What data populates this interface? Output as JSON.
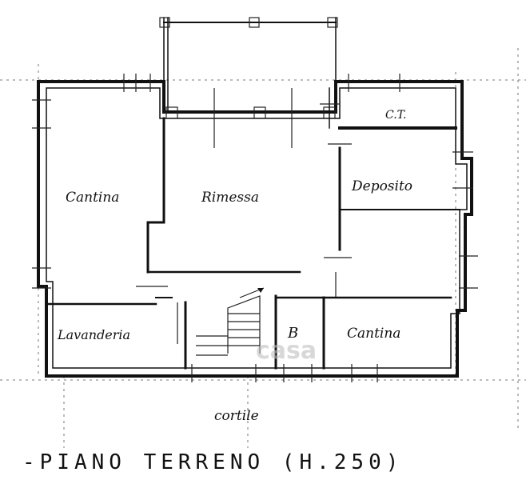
{
  "rooms": {
    "cantina_left": "Cantina",
    "rimessa": "Rimessa",
    "deposito": "Deposito",
    "ct": "C.T.",
    "lavanderia": "Lavanderia",
    "b": "B",
    "cantina_right": "Cantina"
  },
  "outside_label": "cortile",
  "title": "-PIANO TERRENO (H.250)",
  "watermark": "casa",
  "colors": {
    "ink": "#111111",
    "paper": "#ffffff",
    "watermark": "#bfbfbf"
  }
}
